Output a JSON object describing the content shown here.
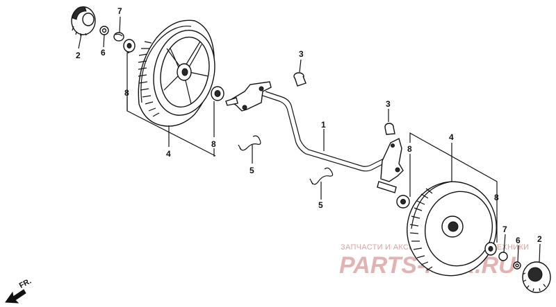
{
  "callouts": [
    {
      "id": "c2a",
      "label": "2"
    },
    {
      "id": "c6a",
      "label": "6"
    },
    {
      "id": "c7a",
      "label": "7"
    },
    {
      "id": "c8a",
      "label": "8"
    },
    {
      "id": "c8b",
      "label": "8"
    },
    {
      "id": "c4a",
      "label": "4"
    },
    {
      "id": "c3a",
      "label": "3"
    },
    {
      "id": "c3b",
      "label": "3"
    },
    {
      "id": "c1a",
      "label": "1"
    },
    {
      "id": "c5a",
      "label": "5"
    },
    {
      "id": "c5b",
      "label": "5"
    },
    {
      "id": "c4b",
      "label": "4"
    },
    {
      "id": "c8c",
      "label": "8"
    },
    {
      "id": "c8d",
      "label": "8"
    },
    {
      "id": "c7b",
      "label": "7"
    },
    {
      "id": "c6b",
      "label": "6"
    },
    {
      "id": "c2b",
      "label": "2"
    }
  ],
  "direction_label": "FR.",
  "watermark": {
    "caption": "ЗАПЧАСТИ И АКСЕССУАРЫ ДЛЯ МОТОТЕХНИКИ",
    "logo_text": "PARTS-FOR.RU"
  },
  "colors": {
    "line": "#111111",
    "watermark_caption": "#e2a0a0",
    "watermark_logo": "#e3b3b3"
  }
}
